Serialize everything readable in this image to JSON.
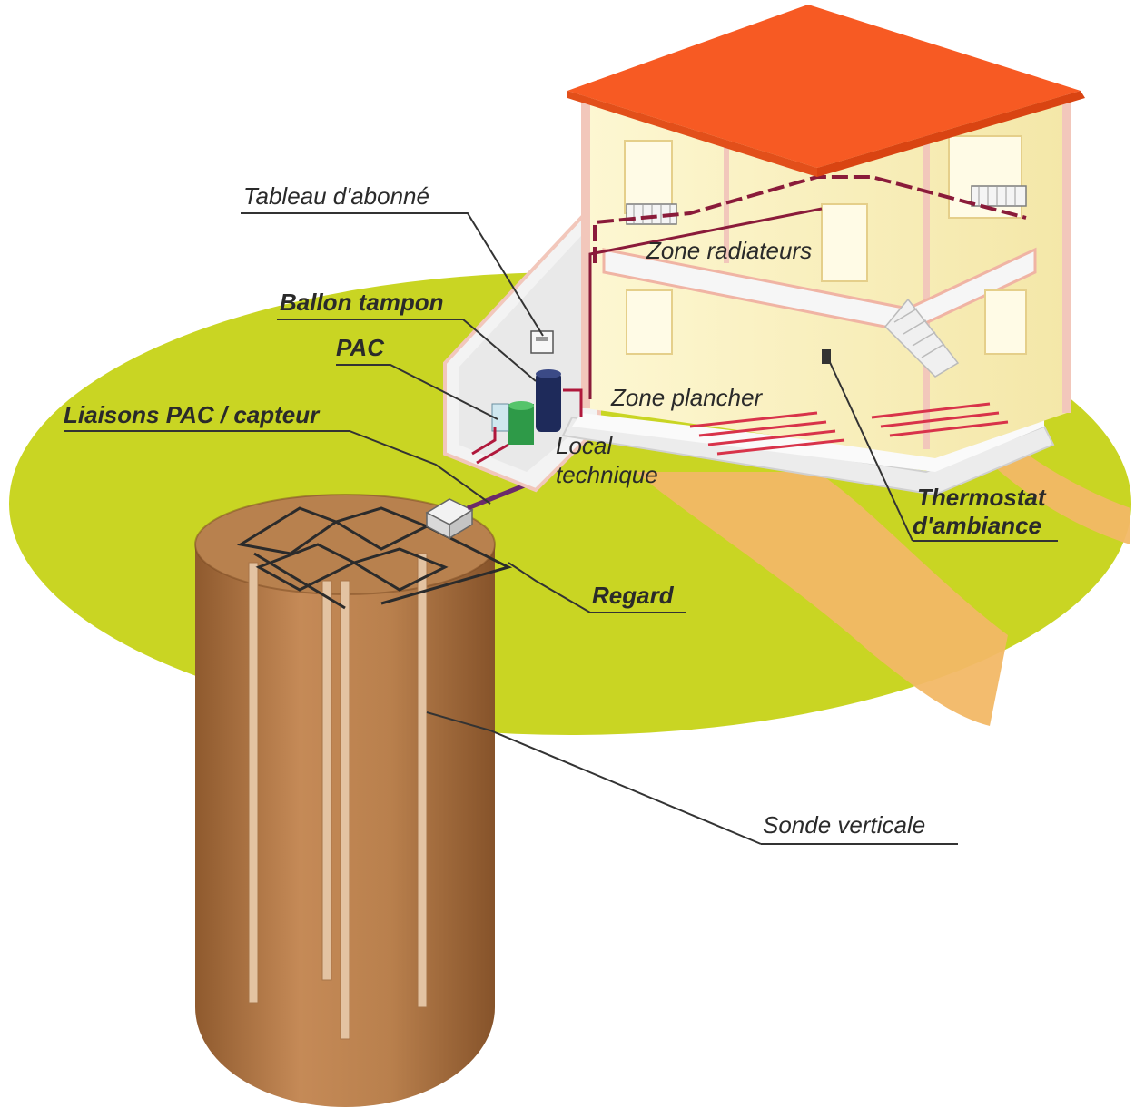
{
  "labels": {
    "tableau_abonne": "Tableau d'abonné",
    "ballon_tampon": "Ballon tampon",
    "pac": "PAC",
    "liaisons": "Liaisons PAC / capteur",
    "local_line1": "Local",
    "local_line2": "technique",
    "zone_radiateurs": "Zone radiateurs",
    "zone_plancher": "Zone plancher",
    "thermostat_line1": "Thermostat",
    "thermostat_line2": "d'ambiance",
    "regard": "Regard",
    "sonde_verticale": "Sonde verticale"
  },
  "colors": {
    "ground": "#c9d523",
    "soil": "#b77a47",
    "soil_dark": "#8c5a30",
    "roof": "#f75a23",
    "wall_inner": "#fbf3c4",
    "wall_outer": "#f7d3c7",
    "path": "#f2b866",
    "pipe": "#8a1b3a",
    "leader": "#333333"
  },
  "icons": {
    "pac_unit": "heat-pump-icon",
    "buffer_tank": "buffer-tank-icon",
    "panel": "electrical-panel-icon",
    "manhole": "manhole-box-icon",
    "radiator": "radiator-icon",
    "thermostat": "thermostat-icon"
  }
}
